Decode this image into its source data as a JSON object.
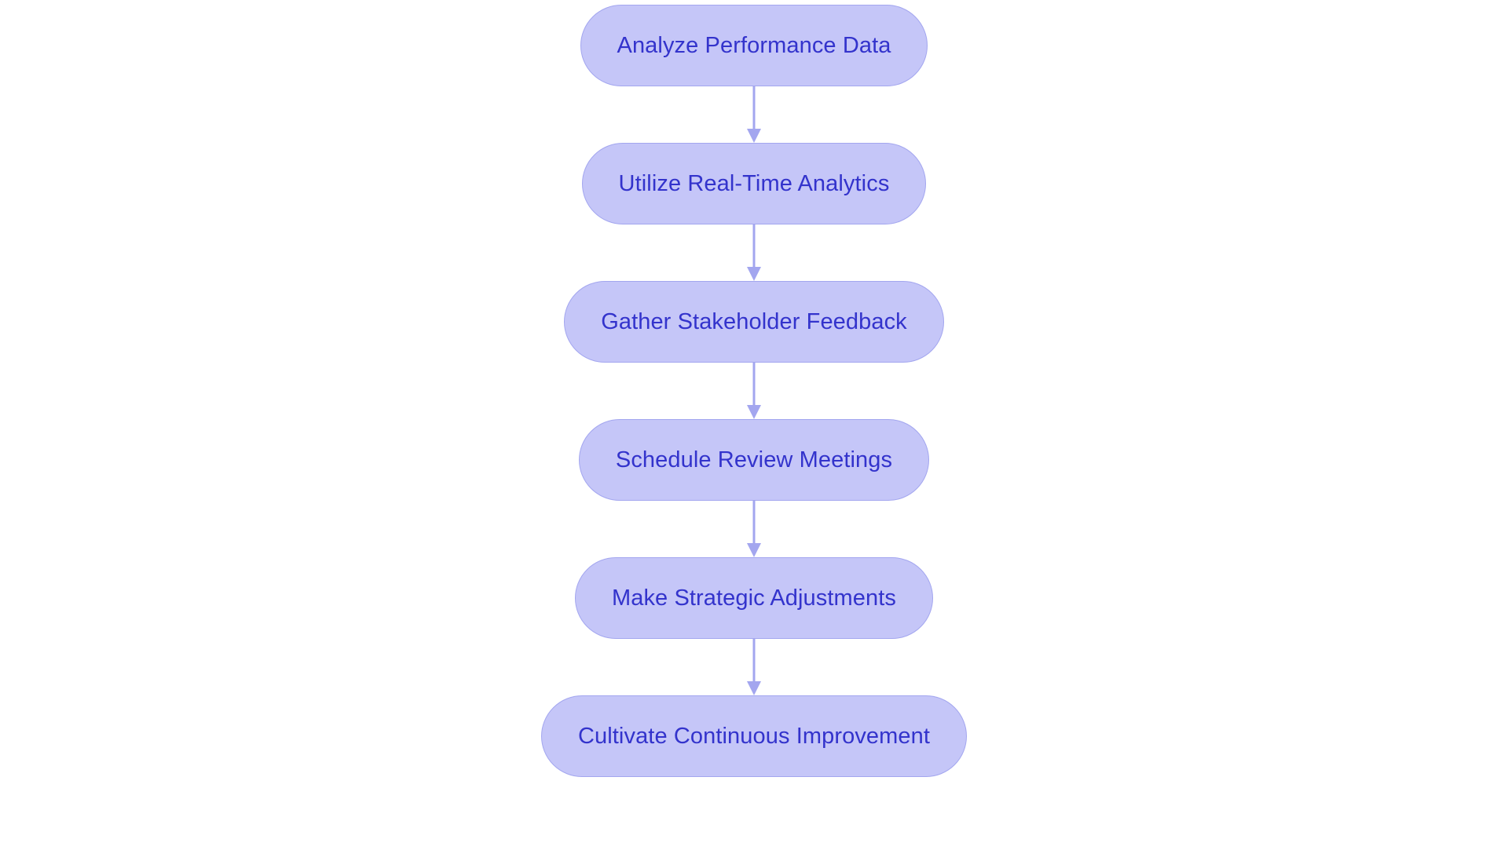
{
  "diagram": {
    "type": "flowchart",
    "orientation": "top-to-bottom",
    "background_color": "#ffffff",
    "node_fill_color": "#c5c6f8",
    "node_border_color": "#a3a6ef",
    "node_text_color": "#3333cc",
    "connector_color": "#a3a6ef",
    "node_count": 6,
    "connector_count": 5,
    "nodes": [
      {
        "id": "node-1",
        "label": "Analyze Performance Data"
      },
      {
        "id": "node-2",
        "label": "Utilize Real-Time Analytics"
      },
      {
        "id": "node-3",
        "label": "Gather Stakeholder Feedback"
      },
      {
        "id": "node-4",
        "label": "Schedule Review Meetings"
      },
      {
        "id": "node-5",
        "label": "Make Strategic Adjustments"
      },
      {
        "id": "node-6",
        "label": "Cultivate Continuous Improvement"
      }
    ],
    "edges": [
      {
        "id": "edge-1",
        "from": "node-1",
        "to": "node-2"
      },
      {
        "id": "edge-2",
        "from": "node-2",
        "to": "node-3"
      },
      {
        "id": "edge-3",
        "from": "node-3",
        "to": "node-4"
      },
      {
        "id": "edge-4",
        "from": "node-4",
        "to": "node-5"
      },
      {
        "id": "edge-5",
        "from": "node-5",
        "to": "node-6"
      }
    ]
  }
}
